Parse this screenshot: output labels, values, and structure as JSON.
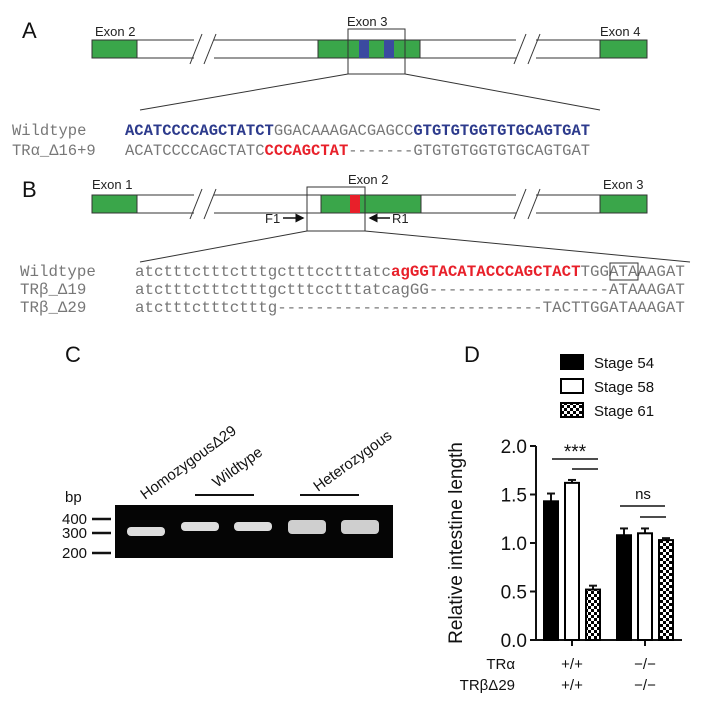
{
  "panels": {
    "a": "A",
    "b": "B",
    "c": "C",
    "d": "D"
  },
  "panel_a": {
    "exons": [
      "Exon 2",
      "Exon 3",
      "Exon 4"
    ],
    "rows": [
      {
        "label": "Wildtype",
        "parts": [
          "ACATCCCCAGCTATCT",
          "GGACAAAGACGAGCC",
          "GTGTGTGGTGTGCAGTGAT"
        ]
      },
      {
        "label": "TRα_Δ16+9",
        "parts": [
          "ACATCCCCAGCTATC",
          "CCCAGCTAT",
          "-------GTGTGTGGTGTGCAGTGAT"
        ]
      }
    ]
  },
  "panel_b": {
    "exons": [
      "Exon 1",
      "Exon 2",
      "Exon 3"
    ],
    "primers": [
      "F1",
      "R1"
    ],
    "rows": [
      {
        "label": "Wildtype",
        "parts": [
          "atctttctttctttgctttcctttatc",
          "agGGTACATACCCAGCTACT",
          "TGG",
          "ATAAAGAT"
        ]
      },
      {
        "label": "TRβ_Δ19",
        "parts": [
          "atctttctttctttgctttcctttatcagGG-------------------ATAAAGAT"
        ]
      },
      {
        "label": "TRβ_Δ29",
        "parts": [
          "atctttctttctttg----------------------------TACTTGGATAAAGAT"
        ]
      }
    ]
  },
  "panel_c": {
    "unit": "bp",
    "markers": [
      "400",
      "300",
      "200"
    ],
    "lanes": [
      "HomozygousΔ29",
      "Wildtype",
      "Heterozygous"
    ]
  },
  "chart_data": {
    "type": "bar",
    "ylabel": "Relative intestine length",
    "ylim": [
      0,
      2.0
    ],
    "yticks": [
      "0.0",
      "0.5",
      "1.0",
      "1.5",
      "2.0"
    ],
    "categories": [
      "+/+",
      "−/−"
    ],
    "row_labels": [
      "TRα",
      "TRβΔ29"
    ],
    "row_values": [
      [
        "+/+",
        "−/−"
      ],
      [
        "+/+",
        "−/−"
      ]
    ],
    "series": [
      {
        "name": "Stage 54",
        "values": [
          1.43,
          1.08
        ],
        "errors": [
          0.08,
          0.07
        ],
        "fill": "solid"
      },
      {
        "name": "Stage 58",
        "values": [
          1.62,
          1.1
        ],
        "errors": [
          0.03,
          0.05
        ],
        "fill": "open"
      },
      {
        "name": "Stage 61",
        "values": [
          0.52,
          1.03
        ],
        "errors": [
          0.04,
          0.02
        ],
        "fill": "checker"
      }
    ],
    "annotations": [
      "***",
      "ns"
    ],
    "legend": "top"
  },
  "colors": {
    "exon": "#3aa64a",
    "blue": "#3b4aa0",
    "red": "#e8202a"
  }
}
